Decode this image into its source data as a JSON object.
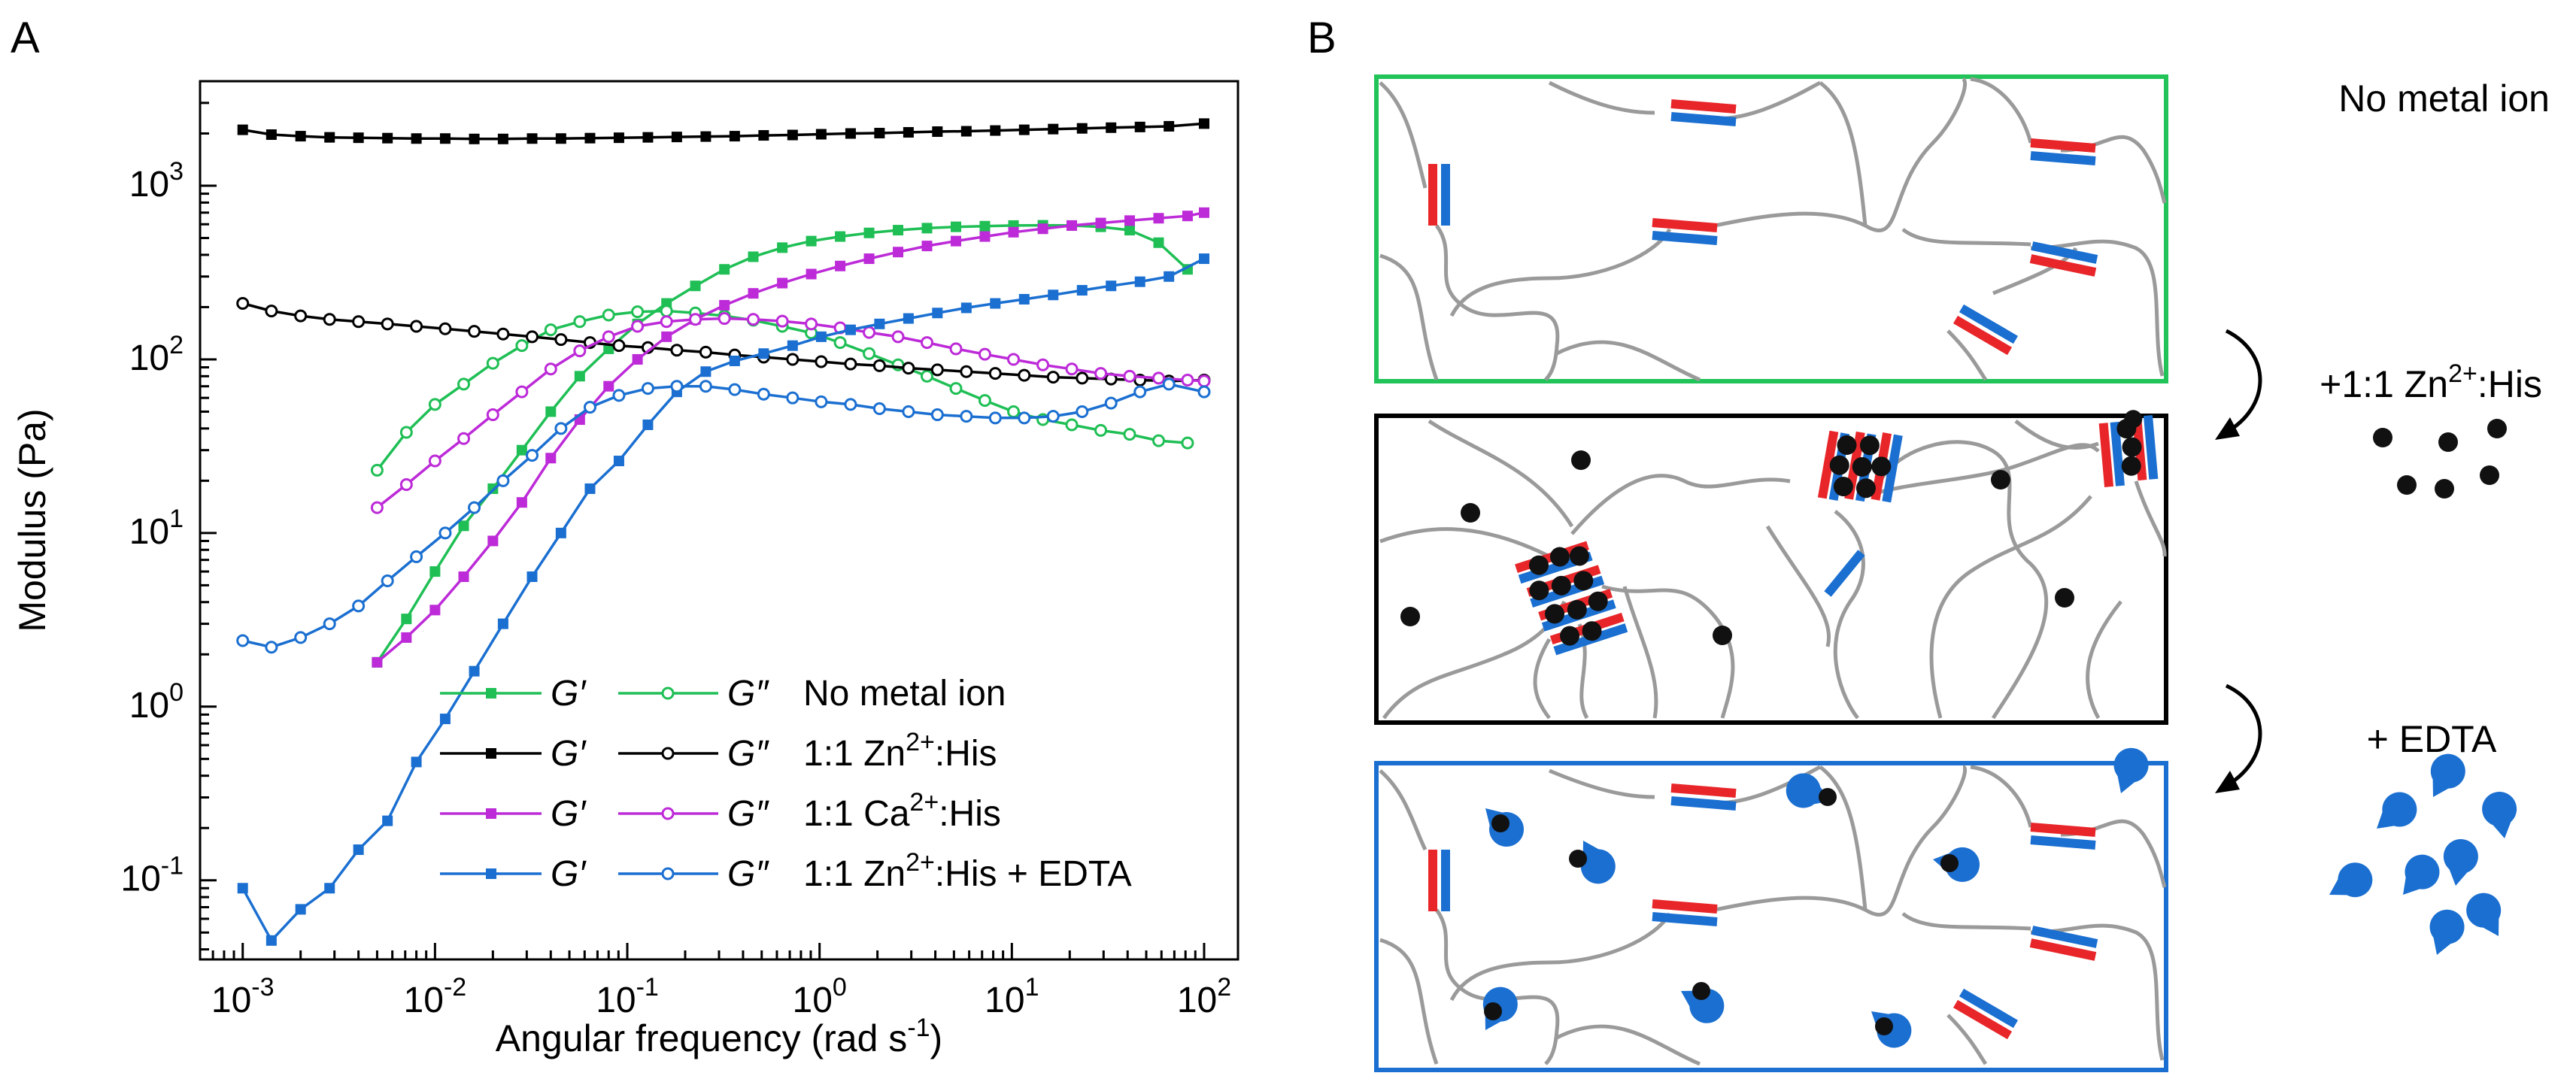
{
  "panels": {
    "a": {
      "label": "A"
    },
    "b": {
      "label": "B",
      "states": [
        {
          "label": "No metal ion",
          "border_color": "#22c45a"
        },
        {
          "label": "+1:1 Zn",
          "superscript": "2+",
          "label_suffix": ":His",
          "border_color": "#000000"
        },
        {
          "label": "+ EDTA",
          "border_color": "#1a6fd1"
        }
      ]
    }
  },
  "chart_data": {
    "type": "line",
    "xlabel": "Angular frequency (rad s",
    "xlabel_sup": "-1",
    "xlabel_close": ")",
    "ylabel": "Modulus (Pa)",
    "xscale": "log",
    "yscale": "log",
    "xlim": [
      0.0006,
      150
    ],
    "ylim": [
      0.035,
      4000
    ],
    "xticks": [
      {
        "value": 0.001,
        "base": "10",
        "exp": "-3"
      },
      {
        "value": 0.01,
        "base": "10",
        "exp": "-2"
      },
      {
        "value": 0.1,
        "base": "10",
        "exp": "-1"
      },
      {
        "value": 1,
        "base": "10",
        "exp": "0"
      },
      {
        "value": 10,
        "base": "10",
        "exp": "1"
      },
      {
        "value": 100,
        "base": "10",
        "exp": "2"
      }
    ],
    "yticks": [
      {
        "value": 0.1,
        "base": "10",
        "exp": "-1"
      },
      {
        "value": 1,
        "base": "10",
        "exp": "0"
      },
      {
        "value": 10,
        "base": "10",
        "exp": "1"
      },
      {
        "value": 100,
        "base": "10",
        "exp": "2"
      },
      {
        "value": 1000,
        "base": "10",
        "exp": "3"
      }
    ],
    "legend": {
      "placement": "bottom-right",
      "gp_label": "G′",
      "gpp_label": "G″",
      "rows": [
        {
          "condition": "No metal ion"
        },
        {
          "condition": "1:1 Zn",
          "sup": "2+",
          "suffix": ":His"
        },
        {
          "condition": "1:1 Ca",
          "sup": "2+",
          "suffix": ":His"
        },
        {
          "condition": "1:1 Zn",
          "sup": "2+",
          "suffix": ":His + EDTA"
        }
      ]
    },
    "series": [
      {
        "condition": "No metal ion",
        "modulus": "G′",
        "marker": "filled",
        "color": "#1fbf55",
        "x": [
          0.005,
          0.0071,
          0.01,
          0.0141,
          0.02,
          0.0283,
          0.04,
          0.0566,
          0.08,
          0.113,
          0.16,
          0.226,
          0.32,
          0.452,
          0.64,
          0.905,
          1.28,
          1.81,
          2.56,
          3.62,
          5.12,
          7.24,
          10.2,
          14.5,
          20.5,
          29,
          41,
          58,
          82
        ],
        "y": [
          1.8,
          3.2,
          6,
          11,
          18,
          30,
          50,
          80,
          115,
          160,
          210,
          265,
          330,
          390,
          440,
          480,
          510,
          535,
          555,
          570,
          580,
          585,
          590,
          592,
          590,
          580,
          555,
          470,
          330
        ]
      },
      {
        "condition": "No metal ion",
        "modulus": "G″",
        "marker": "open",
        "color": "#1fbf55",
        "x": [
          0.005,
          0.0071,
          0.01,
          0.0141,
          0.02,
          0.0283,
          0.04,
          0.0566,
          0.08,
          0.113,
          0.16,
          0.226,
          0.32,
          0.452,
          0.64,
          0.905,
          1.28,
          1.81,
          2.56,
          3.62,
          5.12,
          7.24,
          10.2,
          14.5,
          20.5,
          29,
          41,
          58,
          82
        ],
        "y": [
          23,
          38,
          55,
          72,
          95,
          120,
          148,
          165,
          180,
          188,
          190,
          185,
          178,
          168,
          155,
          142,
          125,
          108,
          93,
          80,
          68,
          58,
          50,
          45,
          42,
          39,
          37,
          34,
          33
        ]
      },
      {
        "condition": "1:1 Zn2+:His",
        "modulus": "G′",
        "marker": "filled",
        "color": "#000000",
        "x": [
          0.001,
          0.00141,
          0.002,
          0.00283,
          0.004,
          0.00566,
          0.008,
          0.0113,
          0.016,
          0.0226,
          0.032,
          0.0452,
          0.064,
          0.0905,
          0.128,
          0.181,
          0.256,
          0.362,
          0.512,
          0.724,
          1.02,
          1.45,
          2.05,
          2.9,
          4.1,
          5.8,
          8.2,
          11.6,
          16.4,
          23.2,
          32.8,
          46.4,
          65.6,
          100
        ],
        "y": [
          2100,
          1970,
          1930,
          1900,
          1890,
          1880,
          1870,
          1870,
          1860,
          1860,
          1870,
          1870,
          1880,
          1890,
          1900,
          1910,
          1920,
          1930,
          1950,
          1960,
          1980,
          2000,
          2010,
          2030,
          2050,
          2060,
          2080,
          2100,
          2120,
          2140,
          2160,
          2180,
          2200,
          2280
        ]
      },
      {
        "condition": "1:1 Zn2+:His",
        "modulus": "G″",
        "marker": "open",
        "color": "#000000",
        "x": [
          0.001,
          0.00141,
          0.002,
          0.00283,
          0.004,
          0.00566,
          0.008,
          0.0113,
          0.016,
          0.0226,
          0.032,
          0.0452,
          0.064,
          0.0905,
          0.128,
          0.181,
          0.256,
          0.362,
          0.512,
          0.724,
          1.02,
          1.45,
          2.05,
          2.9,
          4.1,
          5.8,
          8.2,
          11.6,
          16.4,
          23.2,
          32.8,
          46.4,
          65.6,
          100
        ],
        "y": [
          210,
          190,
          178,
          170,
          165,
          160,
          155,
          150,
          145,
          140,
          135,
          130,
          125,
          120,
          117,
          113,
          110,
          106,
          103,
          100,
          97,
          94,
          92,
          89,
          87,
          85,
          83,
          81,
          79,
          78,
          77,
          76,
          75,
          76
        ]
      },
      {
        "condition": "1:1 Ca2+:His",
        "modulus": "G′",
        "marker": "filled",
        "color": "#bd2ad8",
        "x": [
          0.005,
          0.0071,
          0.01,
          0.0141,
          0.02,
          0.0283,
          0.04,
          0.0566,
          0.08,
          0.113,
          0.16,
          0.226,
          0.32,
          0.452,
          0.64,
          0.905,
          1.28,
          1.81,
          2.56,
          3.62,
          5.12,
          7.24,
          10.2,
          14.5,
          20.5,
          29,
          41,
          58,
          82,
          100
        ],
        "y": [
          1.8,
          2.5,
          3.6,
          5.6,
          9,
          15,
          27,
          45,
          70,
          100,
          135,
          170,
          205,
          240,
          275,
          310,
          345,
          380,
          415,
          450,
          480,
          510,
          540,
          565,
          590,
          610,
          630,
          650,
          670,
          700
        ]
      },
      {
        "condition": "1:1 Ca2+:His",
        "modulus": "G″",
        "marker": "open",
        "color": "#bd2ad8",
        "x": [
          0.005,
          0.0071,
          0.01,
          0.0141,
          0.02,
          0.0283,
          0.04,
          0.0566,
          0.08,
          0.113,
          0.16,
          0.226,
          0.32,
          0.452,
          0.64,
          0.905,
          1.28,
          1.81,
          2.56,
          3.62,
          5.12,
          7.24,
          10.2,
          14.5,
          20.5,
          29,
          41,
          58,
          82,
          100
        ],
        "y": [
          14,
          19,
          26,
          35,
          48,
          65,
          88,
          112,
          135,
          155,
          165,
          170,
          172,
          170,
          166,
          160,
          152,
          143,
          135,
          125,
          115,
          107,
          100,
          93,
          88,
          83,
          80,
          78,
          76,
          75
        ]
      },
      {
        "condition": "1:1 Zn2+:His + EDTA",
        "modulus": "G′",
        "marker": "filled",
        "color": "#1a6fd1",
        "x": [
          0.001,
          0.00141,
          0.002,
          0.00283,
          0.004,
          0.00566,
          0.008,
          0.0113,
          0.016,
          0.0226,
          0.032,
          0.0452,
          0.064,
          0.0905,
          0.128,
          0.181,
          0.256,
          0.362,
          0.512,
          0.724,
          1.02,
          1.45,
          2.05,
          2.9,
          4.1,
          5.8,
          8.2,
          11.6,
          16.4,
          23.2,
          32.8,
          46.4,
          65.6,
          100
        ],
        "y": [
          0.09,
          0.045,
          0.068,
          0.09,
          0.15,
          0.22,
          0.48,
          0.85,
          1.6,
          3,
          5.6,
          10,
          18,
          26,
          42,
          65,
          85,
          98,
          108,
          120,
          135,
          148,
          160,
          172,
          185,
          198,
          210,
          222,
          235,
          250,
          265,
          280,
          300,
          380
        ]
      },
      {
        "condition": "1:1 Zn2+:His + EDTA",
        "modulus": "G″",
        "marker": "open",
        "color": "#1a6fd1",
        "x": [
          0.001,
          0.00141,
          0.002,
          0.00283,
          0.004,
          0.00566,
          0.008,
          0.0113,
          0.016,
          0.0226,
          0.032,
          0.0452,
          0.064,
          0.0905,
          0.128,
          0.181,
          0.256,
          0.362,
          0.512,
          0.724,
          1.02,
          1.45,
          2.05,
          2.9,
          4.1,
          5.8,
          8.2,
          11.6,
          16.4,
          23.2,
          32.8,
          46.4,
          65.6,
          100
        ],
        "y": [
          2.4,
          2.2,
          2.5,
          3,
          3.8,
          5.3,
          7.3,
          10,
          14,
          20,
          28,
          40,
          53,
          62,
          68,
          70,
          70,
          67,
          63,
          60,
          57,
          55,
          52,
          50,
          48,
          47,
          46,
          46,
          47,
          50,
          56,
          65,
          72,
          65
        ]
      }
    ]
  }
}
